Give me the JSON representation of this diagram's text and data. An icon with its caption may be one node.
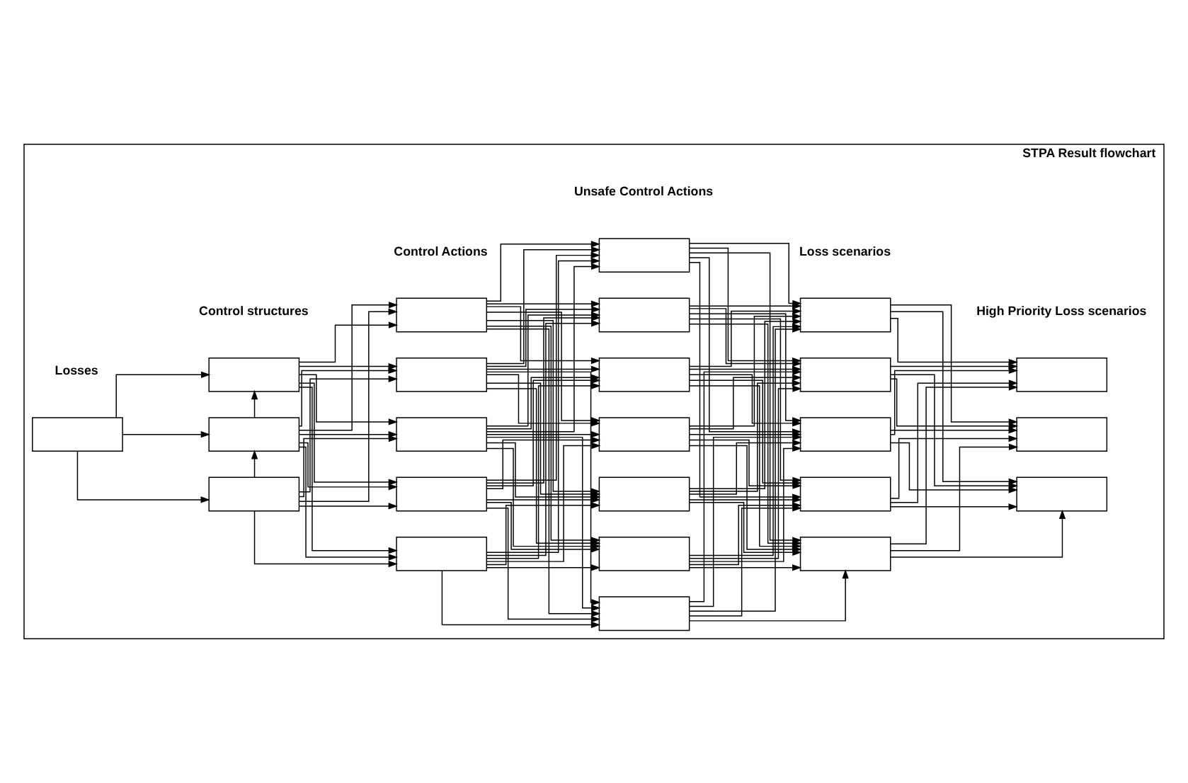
{
  "diagram": {
    "nodes": [
      {
        "text": [
          "STPA Result flowchart"
        ]
      },
      {
        "text": [],
        "shape": "box",
        "in": 0
      },
      {
        "text": [],
        "shape": "box",
        "in": 0
      },
      {
        "text": [],
        "shape": "box",
        "in": 0
      },
      {
        "text": [],
        "shape": "box",
        "in": 0
      },
      {
        "text": [],
        "shape": "box",
        "in": 0
      },
      {
        "text": [],
        "shape": "box",
        "in": 0
      },
      {
        "text": [],
        "shape": "box",
        "in": 0
      },
      {
        "text": [],
        "shape": "box",
        "in": 0
      },
      {
        "text": [],
        "shape": "box",
        "in": 0
      },
      {
        "text": [],
        "shape": "box",
        "in": 0
      },
      {
        "text": [],
        "shape": "box",
        "in": 0
      },
      {
        "text": [],
        "shape": "box",
        "in": 0
      },
      {
        "text": [],
        "shape": "box",
        "in": 0
      },
      {
        "text": [],
        "shape": "box",
        "in": 0
      },
      {
        "text": [],
        "shape": "box",
        "in": 0
      },
      {
        "text": [],
        "shape": "box",
        "in": 0
      },
      {
        "text": [],
        "shape": "box",
        "in": 0
      },
      {
        "text": [],
        "shape": "box",
        "in": 0
      },
      {
        "text": [],
        "shape": "box",
        "in": 0
      },
      {
        "text": [],
        "shape": "box",
        "in": 0
      },
      {
        "text": [],
        "shape": "box",
        "in": 0
      },
      {
        "text": [],
        "shape": "box",
        "in": 0
      },
      {
        "text": [],
        "shape": "box",
        "in": 0
      },
      {
        "text": [],
        "shape": "box",
        "in": 0
      }
    ],
    "edges": [
      {
        "from": 1,
        "to": 2,
        "arrow": "to"
      },
      {
        "from": 1,
        "to": 3,
        "arrow": "to"
      },
      {
        "from": 1,
        "to": 4,
        "arrow": "to"
      },
      {
        "from": 2,
        "to": 3,
        "arrow": "to"
      },
      {
        "from": 3,
        "to": 4,
        "arrow": "to"
      },
      {
        "from": 2,
        "to": 5,
        "arrow": "to"
      },
      {
        "from": 2,
        "to": 6,
        "arrow": "to"
      },
      {
        "from": 2,
        "to": 7,
        "arrow": "to"
      },
      {
        "from": 2,
        "to": 8,
        "arrow": "to"
      },
      {
        "from": 2,
        "to": 9,
        "arrow": "to"
      },
      {
        "from": 3,
        "to": 5,
        "arrow": "to"
      },
      {
        "from": 3,
        "to": 6,
        "arrow": "to"
      },
      {
        "from": 3,
        "to": 7,
        "arrow": "to"
      },
      {
        "from": 3,
        "to": 8,
        "arrow": "to"
      },
      {
        "from": 3,
        "to": 9,
        "arrow": "to"
      },
      {
        "from": 4,
        "to": 5,
        "arrow": "to"
      },
      {
        "from": 4,
        "to": 6,
        "arrow": "to"
      },
      {
        "from": 4,
        "to": 7,
        "arrow": "to"
      },
      {
        "from": 4,
        "to": 8,
        "arrow": "to"
      },
      {
        "from": 4,
        "to": 9,
        "arrow": "to"
      },
      {
        "from": 5,
        "to": 10,
        "arrow": "to"
      },
      {
        "from": 5,
        "to": 11,
        "arrow": "to"
      },
      {
        "from": 5,
        "to": 12,
        "arrow": "to"
      },
      {
        "from": 5,
        "to": 13,
        "arrow": "to"
      },
      {
        "from": 5,
        "to": 14,
        "arrow": "to"
      },
      {
        "from": 5,
        "to": 15,
        "arrow": "to"
      },
      {
        "from": 5,
        "to": 16,
        "arrow": "to"
      },
      {
        "from": 6,
        "to": 10,
        "arrow": "to"
      },
      {
        "from": 6,
        "to": 11,
        "arrow": "to"
      },
      {
        "from": 6,
        "to": 12,
        "arrow": "to"
      },
      {
        "from": 6,
        "to": 13,
        "arrow": "to"
      },
      {
        "from": 6,
        "to": 14,
        "arrow": "to"
      },
      {
        "from": 6,
        "to": 15,
        "arrow": "to"
      },
      {
        "from": 6,
        "to": 16,
        "arrow": "to"
      },
      {
        "from": 7,
        "to": 10,
        "arrow": "to"
      },
      {
        "from": 7,
        "to": 11,
        "arrow": "to"
      },
      {
        "from": 7,
        "to": 12,
        "arrow": "to"
      },
      {
        "from": 7,
        "to": 13,
        "arrow": "to"
      },
      {
        "from": 7,
        "to": 14,
        "arrow": "to"
      },
      {
        "from": 7,
        "to": 15,
        "arrow": "to"
      },
      {
        "from": 7,
        "to": 16,
        "arrow": "to"
      },
      {
        "from": 8,
        "to": 10,
        "arrow": "to"
      },
      {
        "from": 8,
        "to": 11,
        "arrow": "to"
      },
      {
        "from": 8,
        "to": 12,
        "arrow": "to"
      },
      {
        "from": 8,
        "to": 13,
        "arrow": "to"
      },
      {
        "from": 8,
        "to": 14,
        "arrow": "to"
      },
      {
        "from": 8,
        "to": 15,
        "arrow": "to"
      },
      {
        "from": 8,
        "to": 16,
        "arrow": "to"
      },
      {
        "from": 9,
        "to": 10,
        "arrow": "to"
      },
      {
        "from": 9,
        "to": 11,
        "arrow": "to"
      },
      {
        "from": 9,
        "to": 12,
        "arrow": "to"
      },
      {
        "from": 9,
        "to": 13,
        "arrow": "to"
      },
      {
        "from": 9,
        "to": 14,
        "arrow": "to"
      },
      {
        "from": 9,
        "to": 15,
        "arrow": "to"
      },
      {
        "from": 9,
        "to": 16,
        "arrow": "to"
      },
      {
        "from": 10,
        "to": 17,
        "arrow": "to"
      },
      {
        "from": 10,
        "to": 18,
        "arrow": "to"
      },
      {
        "from": 10,
        "to": 19,
        "arrow": "to"
      },
      {
        "from": 10,
        "to": 20,
        "arrow": "to"
      },
      {
        "from": 10,
        "to": 21,
        "arrow": "to"
      },
      {
        "from": 11,
        "to": 17,
        "arrow": "to"
      },
      {
        "from": 11,
        "to": 18,
        "arrow": "to"
      },
      {
        "from": 11,
        "to": 19,
        "arrow": "to"
      },
      {
        "from": 11,
        "to": 20,
        "arrow": "to"
      },
      {
        "from": 11,
        "to": 21,
        "arrow": "to"
      },
      {
        "from": 12,
        "to": 17,
        "arrow": "to"
      },
      {
        "from": 12,
        "to": 18,
        "arrow": "to"
      },
      {
        "from": 12,
        "to": 19,
        "arrow": "to"
      },
      {
        "from": 12,
        "to": 20,
        "arrow": "to"
      },
      {
        "from": 12,
        "to": 21,
        "arrow": "to"
      },
      {
        "from": 13,
        "to": 17,
        "arrow": "to"
      },
      {
        "from": 13,
        "to": 18,
        "arrow": "to"
      },
      {
        "from": 13,
        "to": 19,
        "arrow": "to"
      },
      {
        "from": 13,
        "to": 20,
        "arrow": "to"
      },
      {
        "from": 13,
        "to": 21,
        "arrow": "to"
      },
      {
        "from": 14,
        "to": 17,
        "arrow": "to"
      },
      {
        "from": 14,
        "to": 18,
        "arrow": "to"
      },
      {
        "from": 14,
        "to": 19,
        "arrow": "to"
      },
      {
        "from": 14,
        "to": 20,
        "arrow": "to"
      },
      {
        "from": 14,
        "to": 21,
        "arrow": "to"
      },
      {
        "from": 15,
        "to": 17,
        "arrow": "to"
      },
      {
        "from": 15,
        "to": 18,
        "arrow": "to"
      },
      {
        "from": 15,
        "to": 19,
        "arrow": "to"
      },
      {
        "from": 15,
        "to": 20,
        "arrow": "to"
      },
      {
        "from": 15,
        "to": 21,
        "arrow": "to"
      },
      {
        "from": 16,
        "to": 17,
        "arrow": "to"
      },
      {
        "from": 16,
        "to": 18,
        "arrow": "to"
      },
      {
        "from": 16,
        "to": 19,
        "arrow": "to"
      },
      {
        "from": 16,
        "to": 20,
        "arrow": "to"
      },
      {
        "from": 16,
        "to": 21,
        "arrow": "to"
      },
      {
        "from": 17,
        "to": 22,
        "arrow": "to"
      },
      {
        "from": 17,
        "to": 23,
        "arrow": "to"
      },
      {
        "from": 17,
        "to": 24,
        "arrow": "to"
      },
      {
        "from": 18,
        "to": 22,
        "arrow": "to"
      },
      {
        "from": 18,
        "to": 23,
        "arrow": "to"
      },
      {
        "from": 18,
        "to": 24,
        "arrow": "to"
      },
      {
        "from": 19,
        "to": 22,
        "arrow": "to"
      },
      {
        "from": 19,
        "to": 23,
        "arrow": "to"
      },
      {
        "from": 19,
        "to": 24,
        "arrow": "to"
      },
      {
        "from": 20,
        "to": 22,
        "arrow": "to"
      },
      {
        "from": 20,
        "to": 23,
        "arrow": "to"
      },
      {
        "from": 20,
        "to": 24,
        "arrow": "to"
      },
      {
        "from": 21,
        "to": 22,
        "arrow": "to"
      },
      {
        "from": 21,
        "to": 23,
        "arrow": "to"
      },
      {
        "from": 21,
        "to": 24,
        "arrow": "to"
      }
    ],
    "labels": [
      "Losses",
      "Control structures",
      "Control Actions",
      "Unsafe Control Actions",
      "Loss scenarios",
      "High Priority Loss scenarios"
    ]
  }
}
